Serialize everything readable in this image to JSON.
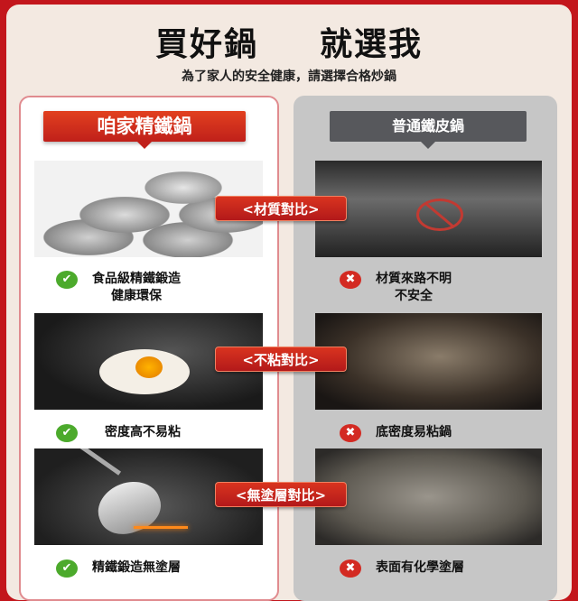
{
  "title": {
    "left": "買好鍋",
    "right": "就選我"
  },
  "subtitle": "為了家人的安全健康，請選擇合格炒鍋",
  "left": {
    "header": "咱家精鐵鍋",
    "features": [
      {
        "lines": [
          "食品級精鐵鍛造",
          "健康環保"
        ],
        "icon": "check-icon"
      },
      {
        "lines": [
          "密度高不易粘"
        ],
        "icon": "check-icon"
      },
      {
        "lines": [
          "精鐵鍛造無塗層"
        ],
        "icon": "check-icon"
      }
    ]
  },
  "right": {
    "header": "普通鐵皮鍋",
    "features": [
      {
        "lines": [
          "材質來路不明",
          "不安全"
        ],
        "icon": "cross-icon"
      },
      {
        "lines": [
          "底密度易粘鍋"
        ],
        "icon": "cross-icon"
      },
      {
        "lines": [
          "表面有化學塗層"
        ],
        "icon": "cross-icon"
      }
    ]
  },
  "badges": [
    "<材質對比>",
    "<不粘對比>",
    "<無塗層對比>"
  ],
  "colors": {
    "frame": "#c3161c",
    "background": "#f3e9e1",
    "check": "#4caa2c",
    "cross": "#d32a22"
  }
}
